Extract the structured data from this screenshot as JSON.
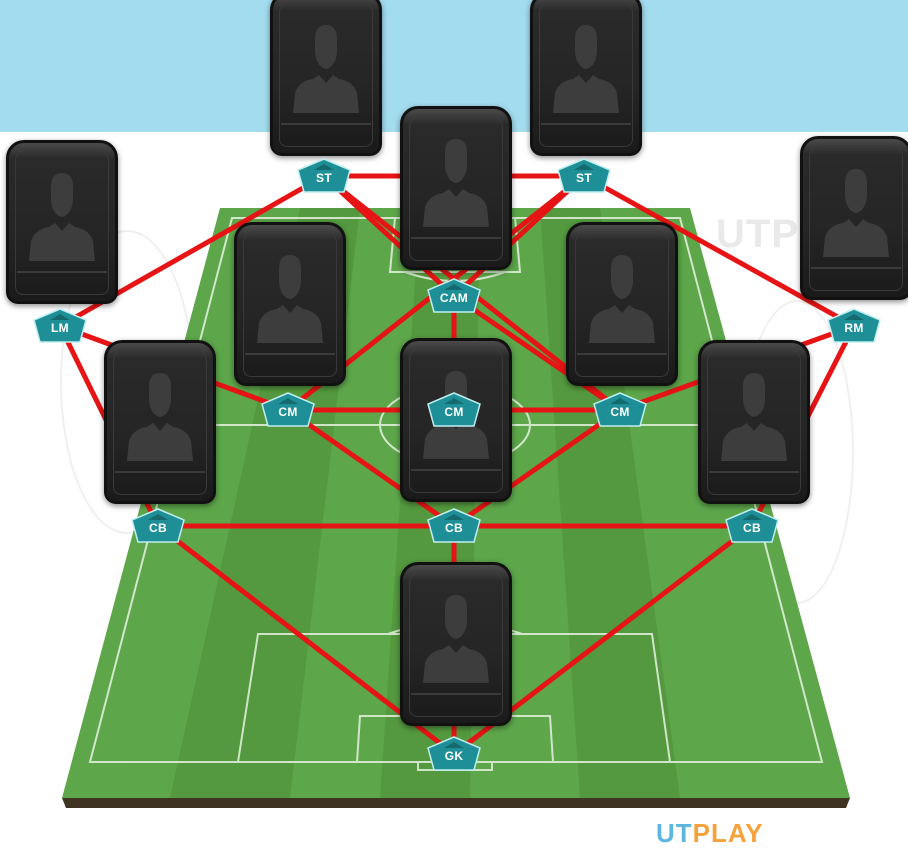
{
  "colors": {
    "pitch": "#5da64a",
    "pitch_stripe": "#54993f",
    "pitch_edge": "#3f3323",
    "links": "#e61414",
    "badge": "#1e8f96"
  },
  "pitch": {
    "position_icon": "player-silhouette-icon"
  },
  "positions": [
    {
      "id": "st-left",
      "label": "ST"
    },
    {
      "id": "st-right",
      "label": "ST"
    },
    {
      "id": "lm",
      "label": "LM"
    },
    {
      "id": "cam",
      "label": "CAM"
    },
    {
      "id": "rm",
      "label": "RM"
    },
    {
      "id": "cm-left",
      "label": "CM"
    },
    {
      "id": "cm-right",
      "label": "CM"
    },
    {
      "id": "cm-center",
      "label": "CM"
    },
    {
      "id": "cb-left",
      "label": "CB"
    },
    {
      "id": "cb-center",
      "label": "CB"
    },
    {
      "id": "cb-right",
      "label": "CB"
    },
    {
      "id": "gk",
      "label": "GK"
    }
  ],
  "links": [
    [
      "st-left",
      "st-right"
    ],
    [
      "st-left",
      "lm"
    ],
    [
      "st-left",
      "cam"
    ],
    [
      "st-right",
      "cam"
    ],
    [
      "st-right",
      "rm"
    ],
    [
      "st-right",
      "cm-left"
    ],
    [
      "st-left",
      "cm-right"
    ],
    [
      "lm",
      "cm-left"
    ],
    [
      "lm",
      "cb-left"
    ],
    [
      "rm",
      "cm-right"
    ],
    [
      "rm",
      "cb-right"
    ],
    [
      "cam",
      "cm-center"
    ],
    [
      "cam",
      "cm-right"
    ],
    [
      "cm-left",
      "cm-center"
    ],
    [
      "cm-center",
      "cm-right"
    ],
    [
      "cm-left",
      "cb-center"
    ],
    [
      "cm-right",
      "cb-center"
    ],
    [
      "cb-left",
      "cb-center"
    ],
    [
      "cb-center",
      "cb-right"
    ],
    [
      "cb-left",
      "gk"
    ],
    [
      "cb-center",
      "gk"
    ],
    [
      "cb-right",
      "gk"
    ]
  ],
  "watermark": {
    "ghost": "UTP",
    "part1": "UT",
    "part2": "PLAY"
  }
}
